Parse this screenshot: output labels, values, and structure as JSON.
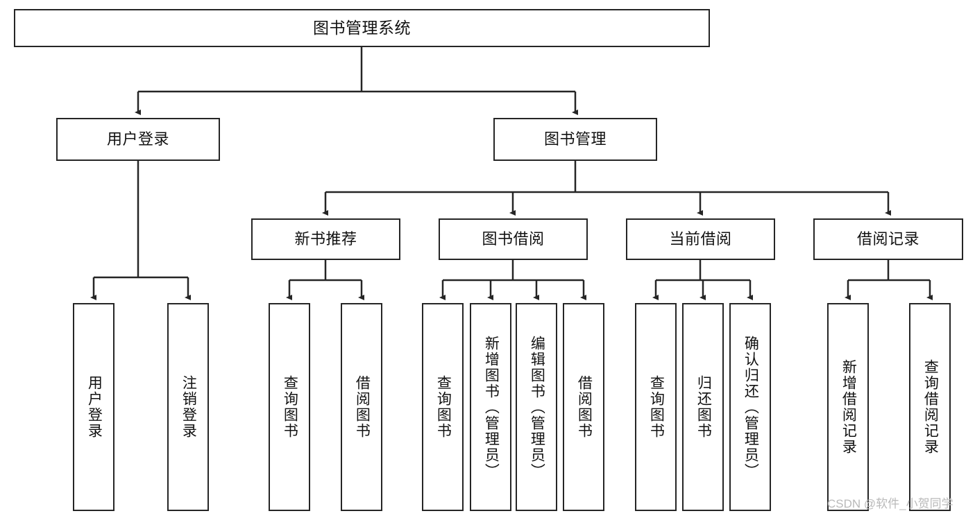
{
  "diagram": {
    "title": "图书管理系统",
    "type": "tree-hierarchy-chart",
    "root": {
      "label": "图书管理系统"
    },
    "level1": [
      {
        "label": "用户登录"
      },
      {
        "label": "图书管理"
      }
    ],
    "level2": [
      {
        "label": "新书推荐"
      },
      {
        "label": "图书借阅"
      },
      {
        "label": "当前借阅"
      },
      {
        "label": "借阅记录"
      }
    ],
    "leaves": {
      "user_login": [
        {
          "label": "用户登录"
        },
        {
          "label": "注销登录"
        }
      ],
      "new_book_recommend": [
        {
          "label": "查询图书"
        },
        {
          "label": "借阅图书"
        }
      ],
      "book_borrow": [
        {
          "label": "查询图书"
        },
        {
          "label": "新增图书（管理员）"
        },
        {
          "label": "编辑图书（管理员）"
        },
        {
          "label": "借阅图书"
        }
      ],
      "current_borrow": [
        {
          "label": "查询图书"
        },
        {
          "label": "归还图书"
        },
        {
          "label": "确认归还（管理员）"
        }
      ],
      "borrow_record": [
        {
          "label": "新增借阅记录"
        },
        {
          "label": "查询借阅记录"
        }
      ]
    }
  },
  "watermark": {
    "text": "CSDN @软件_小贺同学"
  },
  "colors": {
    "stroke": "#252525",
    "fill": "#ffffff",
    "text": "#111111",
    "watermark": "#b9b9b9"
  }
}
